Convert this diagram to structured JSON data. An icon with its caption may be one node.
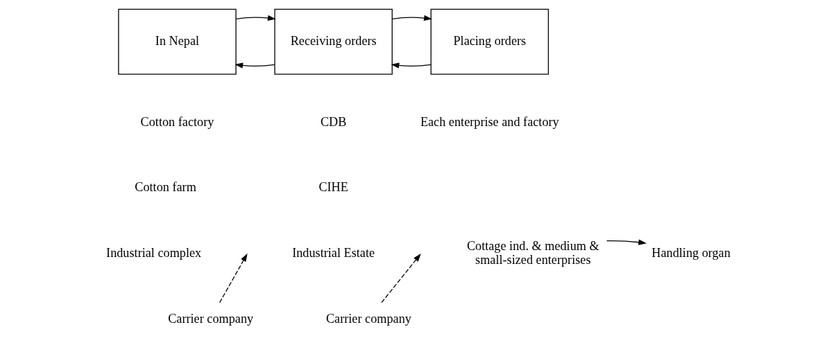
{
  "diagram": {
    "nodes": [
      {
        "text": [
          "In Nepal"
        ]
      },
      {
        "text": [
          "Receiving orders"
        ]
      },
      {
        "text": [
          "Placing orders"
        ]
      },
      {
        "text": [
          "Handling organ"
        ]
      },
      {
        "text": [
          "Cottage ind. & medium & small-sized enterprises"
        ]
      },
      {
        "text": [
          "Carrier company"
        ]
      },
      {
        "text": [
          "Carrier company"
        ]
      }
    ],
    "edges": [
      {
        "from": 1,
        "to": 0,
        "arrow": "to"
      },
      {
        "from": 0,
        "to": 1,
        "arrow": "to"
      },
      {
        "from": 2,
        "to": 1,
        "arrow": "to"
      },
      {
        "from": 1,
        "to": 2,
        "arrow": "to"
      },
      {
        "from": 5,
        "to": null,
        "arrow": "to",
        "style": "dashed"
      },
      {
        "from": 6,
        "to": null,
        "arrow": "to",
        "style": "dashed"
      },
      {
        "from": 4,
        "to": 3,
        "arrow": "to"
      }
    ],
    "labels": [
      "Cotton factory",
      "Cotton farm",
      "Industrial complex",
      "CDB",
      "CIHE",
      "Industrial Estate",
      "Each enterprise and factory"
    ]
  }
}
